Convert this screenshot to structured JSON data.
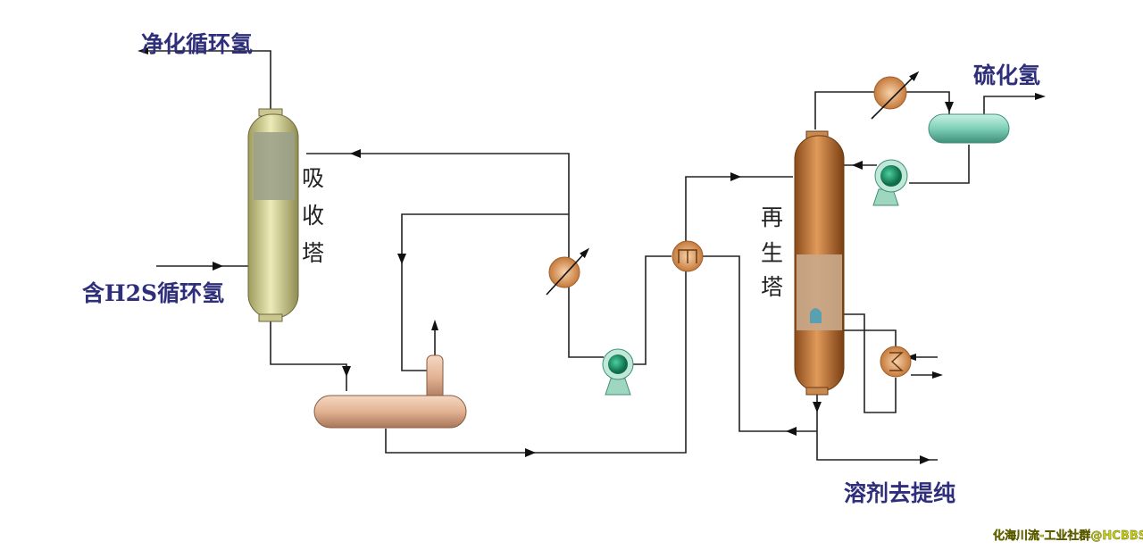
{
  "labels": {
    "purified_recycle_hydrogen": "净化循环氢",
    "h2s_recycle_hydrogen": "含H2S循环氢",
    "absorber": [
      "吸",
      "收",
      "塔"
    ],
    "regenerator": [
      "再",
      "生",
      "塔"
    ],
    "hydrogen_sulfide": "硫化氢",
    "solvent_to_purification": "溶剂去提纯"
  },
  "watermark": "化海川流-工业社群@HCBBS",
  "colors": {
    "absorber": "#d6d39a",
    "regenerator": "#c07a3c",
    "flash_drum": "#e5b89a",
    "reflux_drum": "#7fd0b8",
    "pump": "#1e9a6e",
    "exchanger": "#d9955a",
    "label": "#2e2e7a"
  }
}
